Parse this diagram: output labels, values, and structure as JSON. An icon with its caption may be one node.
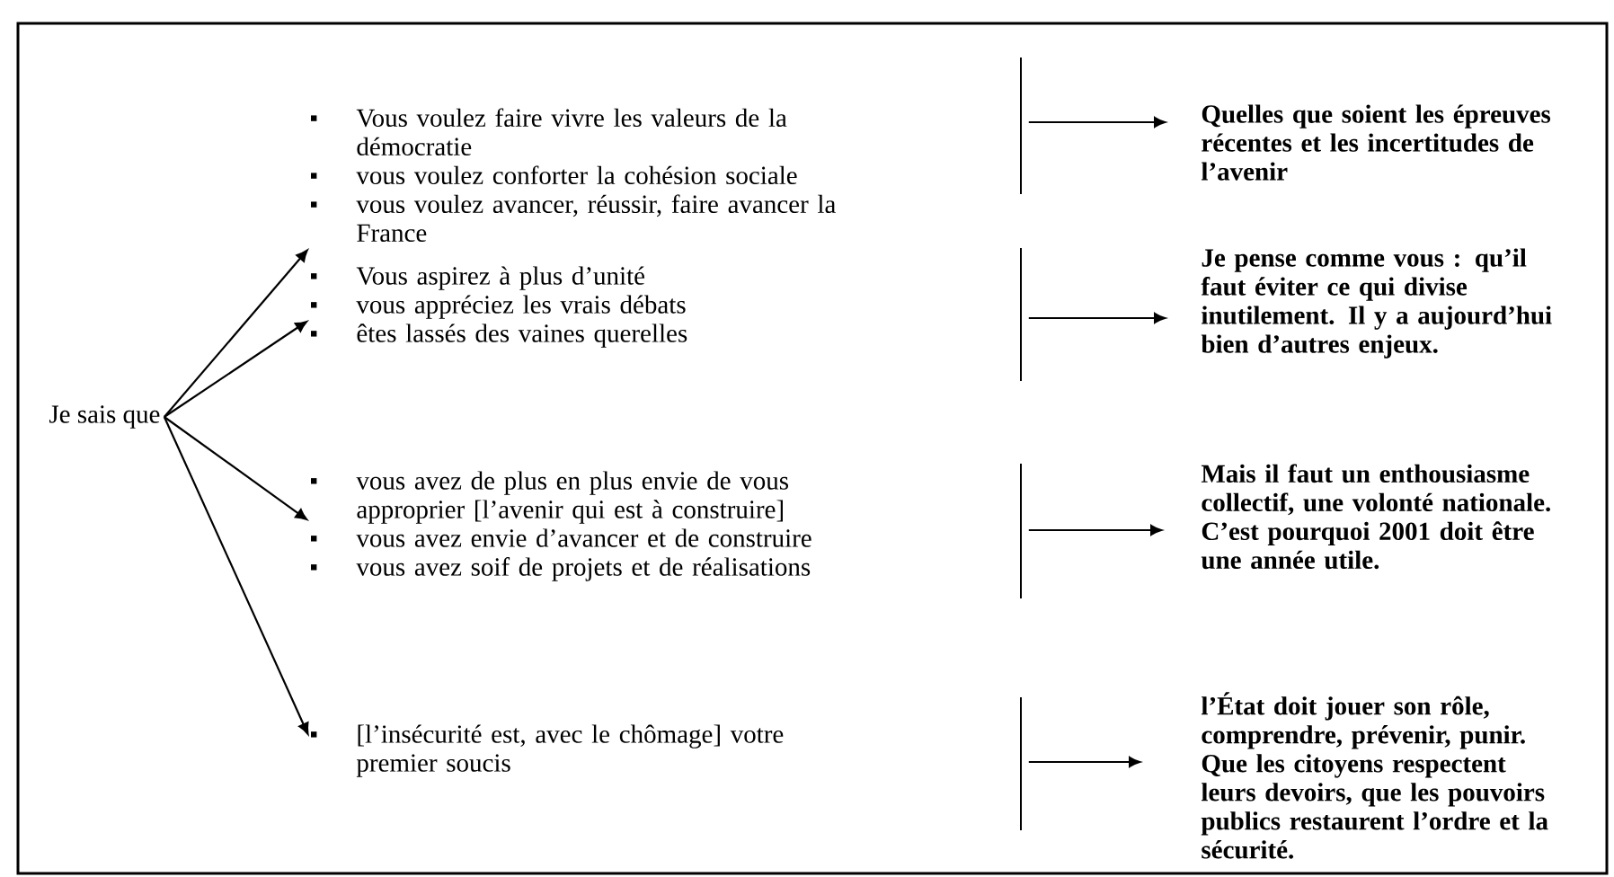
{
  "diagram": {
    "nodes": [
      {
        "text": [
          "Je sais que"
        ]
      },
      {
        "text": [
          "Vous voulez faire vivre les valeurs de la démocratie",
          "vous voulez conforter la cohésion sociale",
          "vous voulez avancer, réussir, faire avancer la France"
        ]
      },
      {
        "text": [
          "Vous aspirez à plus d’unité",
          "vous appréciez les vrais débats",
          "êtes lassés des vaines querelles"
        ]
      },
      {
        "text": [
          "vous avez de plus en plus envie de vous approprier [l’avenir qui est à construire]",
          "vous avez envie d’avancer et de construire",
          "vous avez soif de projets et de réalisations"
        ]
      },
      {
        "text": [
          "[l’insécurité est, avec le chômage] votre premier soucis"
        ]
      },
      {
        "text": [
          "Quelles que soient les épreuves récentes et les incertitudes de l’avenir"
        ]
      },
      {
        "text": [
          "Je pense comme vous : qu’il faut éviter ce qui divise inutilement. Il y a aujourd’hui bien d’autres enjeux."
        ]
      },
      {
        "text": [
          "Mais il faut un enthousiasme collectif, une volonté nationale. C’est pourquoi 2001 doit être une année utile."
        ]
      },
      {
        "text": [
          "l’État doit jouer son rôle, comprendre, prévenir, punir. Que les citoyens respectent leurs devoirs, que les pouvoirs publics restaurent l’ordre et la sécurité."
        ]
      }
    ],
    "edges": [
      {
        "from": 0,
        "to": 1,
        "arrow": "to"
      },
      {
        "from": 0,
        "to": 2,
        "arrow": "to"
      },
      {
        "from": 0,
        "to": 3,
        "arrow": "to"
      },
      {
        "from": 0,
        "to": 4,
        "arrow": "to"
      },
      {
        "from": 1,
        "to": 5,
        "arrow": "to"
      },
      {
        "from": 2,
        "to": 6,
        "arrow": "to"
      },
      {
        "from": 3,
        "to": 7,
        "arrow": "to"
      },
      {
        "from": 4,
        "to": 8,
        "arrow": "to"
      }
    ]
  }
}
